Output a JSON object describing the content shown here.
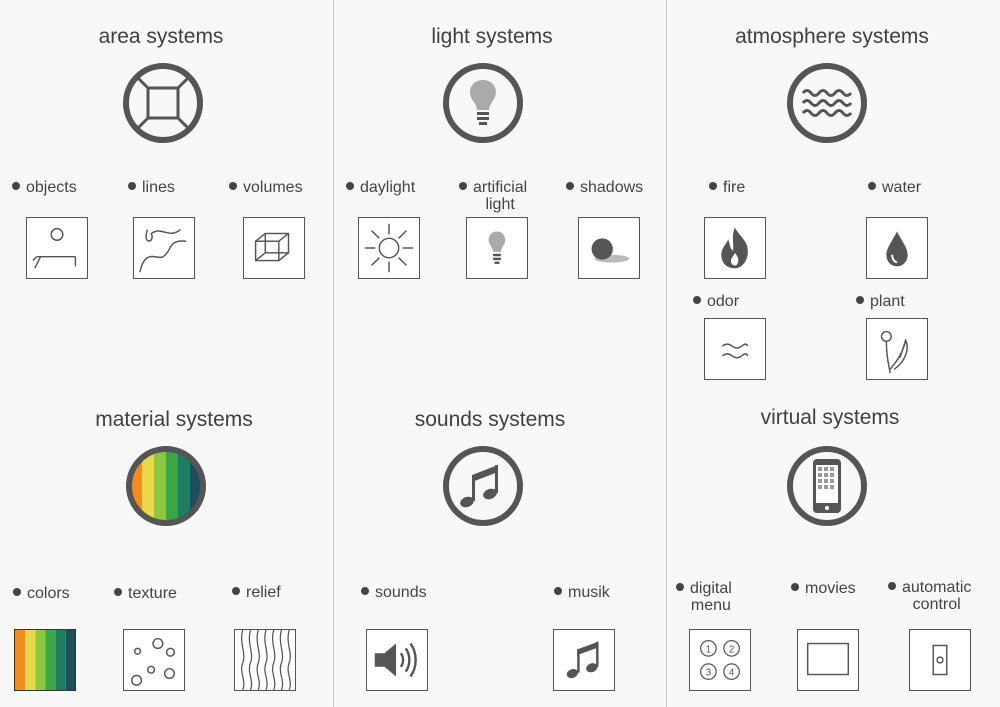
{
  "sections": {
    "area": {
      "title": "area systems",
      "icon": "window-frame-icon",
      "items": [
        {
          "label": "objects",
          "icon": "table-object-icon"
        },
        {
          "label": "lines",
          "icon": "curved-lines-icon"
        },
        {
          "label": "volumes",
          "icon": "cube-icon"
        }
      ]
    },
    "light": {
      "title": "light systems",
      "icon": "lightbulb-icon",
      "items": [
        {
          "label": "daylight",
          "icon": "sun-icon"
        },
        {
          "label": "artificial",
          "label2": "light",
          "icon": "lightbulb-icon"
        },
        {
          "label": "shadows",
          "icon": "ball-shadow-icon"
        }
      ]
    },
    "atmosphere": {
      "title": "atmosphere systems",
      "icon": "waves-icon",
      "items": [
        {
          "label": "fire",
          "icon": "flame-icon"
        },
        {
          "label": "water",
          "icon": "water-drop-icon"
        },
        {
          "label": "odor",
          "icon": "odor-waves-icon"
        },
        {
          "label": "plant",
          "icon": "plant-icon"
        }
      ]
    },
    "material": {
      "title": "material systems",
      "icon": "color-stripes-icon",
      "items": [
        {
          "label": "colors",
          "icon": "color-stripes-icon"
        },
        {
          "label": "texture",
          "icon": "circles-texture-icon"
        },
        {
          "label": "relief",
          "icon": "wavy-relief-icon"
        }
      ]
    },
    "sounds": {
      "title": "sounds systems",
      "icon": "music-note-icon",
      "items": [
        {
          "label": "sounds",
          "icon": "speaker-icon"
        },
        {
          "label": "musik",
          "icon": "music-note-icon"
        }
      ]
    },
    "virtual": {
      "title": "virtual  systems",
      "icon": "smartphone-icon",
      "items": [
        {
          "label": "digital",
          "label2": "menu",
          "icon": "numbered-buttons-icon"
        },
        {
          "label": "movies",
          "icon": "screen-icon"
        },
        {
          "label": "automatic",
          "label2": "control",
          "icon": "switch-icon"
        }
      ]
    },
    "menu_numbers": [
      "1",
      "2",
      "3",
      "4"
    ]
  },
  "colors": {
    "stripes": [
      "#f28c1c",
      "#e9d84a",
      "#8dc63f",
      "#3aa648",
      "#1f7d64",
      "#1b4f5c"
    ],
    "stroke": "#555555"
  }
}
